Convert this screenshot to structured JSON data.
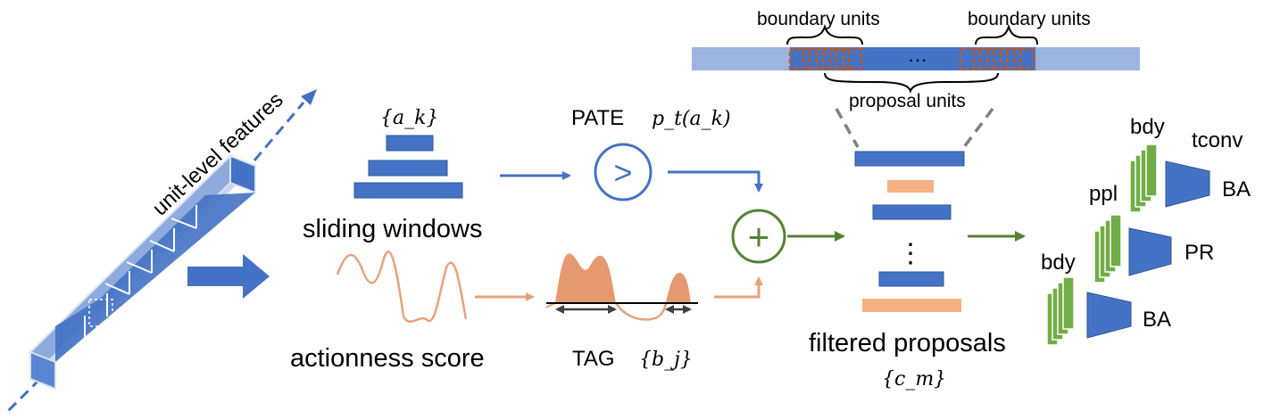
{
  "labels": {
    "unit_features": "unit-level features",
    "sliding_windows": "sliding windows",
    "actionness_score": "actionness score",
    "pate": "PATE",
    "tag": "TAG",
    "filtered_proposals": "filtered proposals",
    "boundary_units_left": "boundary units",
    "boundary_units_right": "boundary units",
    "proposal_units": "proposal units",
    "ellipsis_h": "···",
    "ellipsis_v": "⋮",
    "bdy_top": "bdy",
    "tconv": "tconv",
    "ppl": "ppl",
    "ba_top": "BA",
    "pr": "PR",
    "bdy_bottom": "bdy",
    "ba_bottom": "BA"
  },
  "math": {
    "a_k_set": "{a_k}",
    "p_t": "p_t(a_k)",
    "b_j_set": "{b_j}",
    "c_m_set": "{c_m}"
  },
  "icons": {
    "pate_symbol": ">",
    "plus_symbol": "+"
  },
  "colors": {
    "blue": "#4472c4",
    "light_blue": "#9db3e0",
    "orange": "#e8a27a",
    "dark_orange": "#c05a1f",
    "green": "#70ad47",
    "green_arrow": "#548235",
    "dark_green_fill": "#6a994e",
    "gray": "#7f7f7f"
  }
}
